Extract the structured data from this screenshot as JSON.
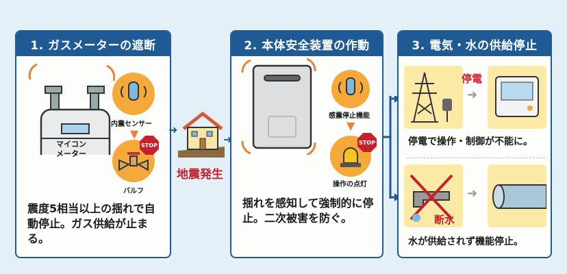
{
  "panels": [
    {
      "title": "1. ガスメーターの遮断",
      "meter_label": "マイコン\nメーター",
      "sensor_label": "内震センサー",
      "valve_label": "バルフ",
      "stop": "STOP",
      "description": "震度5相当以上の揺れで自動停止。ガス供給が止まる。"
    },
    {
      "title": "2. 本体安全装置の作動",
      "sensor_label": "感震停止機能",
      "lamp_label": "操作の点灯",
      "stop": "STOP",
      "description": "揺れを感知して強制的に停止。二次被害を防ぐ。"
    },
    {
      "title": "3. 電気・水の供給停止",
      "power_out": "停電",
      "power_desc": "停電で操作・制御が不能に。",
      "water_out": "断水",
      "water_desc": "水が供給されず機能停止。"
    }
  ],
  "earthquake": {
    "label": "地震発生"
  },
  "colors": {
    "header": "#1f5a94",
    "accent": "#f6a93b",
    "alert": "#c8202a",
    "background": "#e4f0f8"
  }
}
